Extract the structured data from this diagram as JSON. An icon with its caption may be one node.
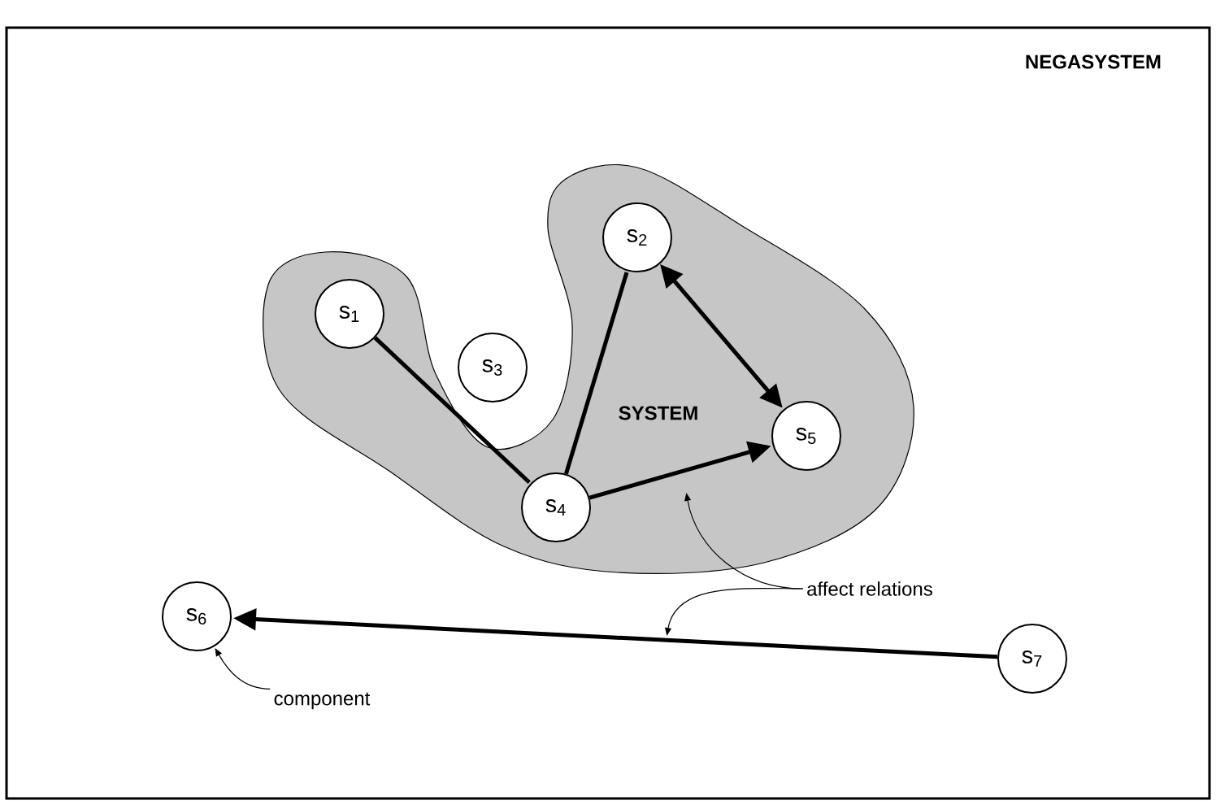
{
  "diagram": {
    "nodes": [
      {
        "text": [
          "NEGASYSTEM"
        ]
      },
      {
        "text": [
          "SYSTEM"
        ],
        "in": 0
      },
      {
        "text": [
          "s$_{1}$"
        ],
        "in": 1
      },
      {
        "text": [
          "s$_{2}$"
        ],
        "in": 1
      },
      {
        "text": [
          "s$_{3}$"
        ],
        "in": 0
      },
      {
        "text": [
          "s$_{4}$"
        ],
        "in": 1
      },
      {
        "text": [
          "s$_{5}$"
        ],
        "in": 1
      },
      {
        "text": [
          "s$_{6}$"
        ],
        "in": 0
      },
      {
        "text": [
          "s$_{7}$"
        ],
        "in": 0
      },
      {
        "text": [
          "affect relations"
        ],
        "in": 0
      },
      {
        "text": [
          "component"
        ],
        "in": 0
      }
    ],
    "edges": [
      {
        "from": 2,
        "to": 5,
        "arrow": "none"
      },
      {
        "from": 5,
        "to": 3,
        "arrow": "none"
      },
      {
        "from": 3,
        "to": 6,
        "arrow": "both"
      },
      {
        "from": 5,
        "to": 6,
        "arrow": "to"
      },
      {
        "from": 8,
        "to": 7,
        "arrow": "to"
      },
      {
        "from": 9,
        "to": null,
        "arrow": "to"
      },
      {
        "from": 9,
        "to": null,
        "arrow": "to"
      },
      {
        "from": 10,
        "to": 7,
        "arrow": "to"
      }
    ]
  }
}
